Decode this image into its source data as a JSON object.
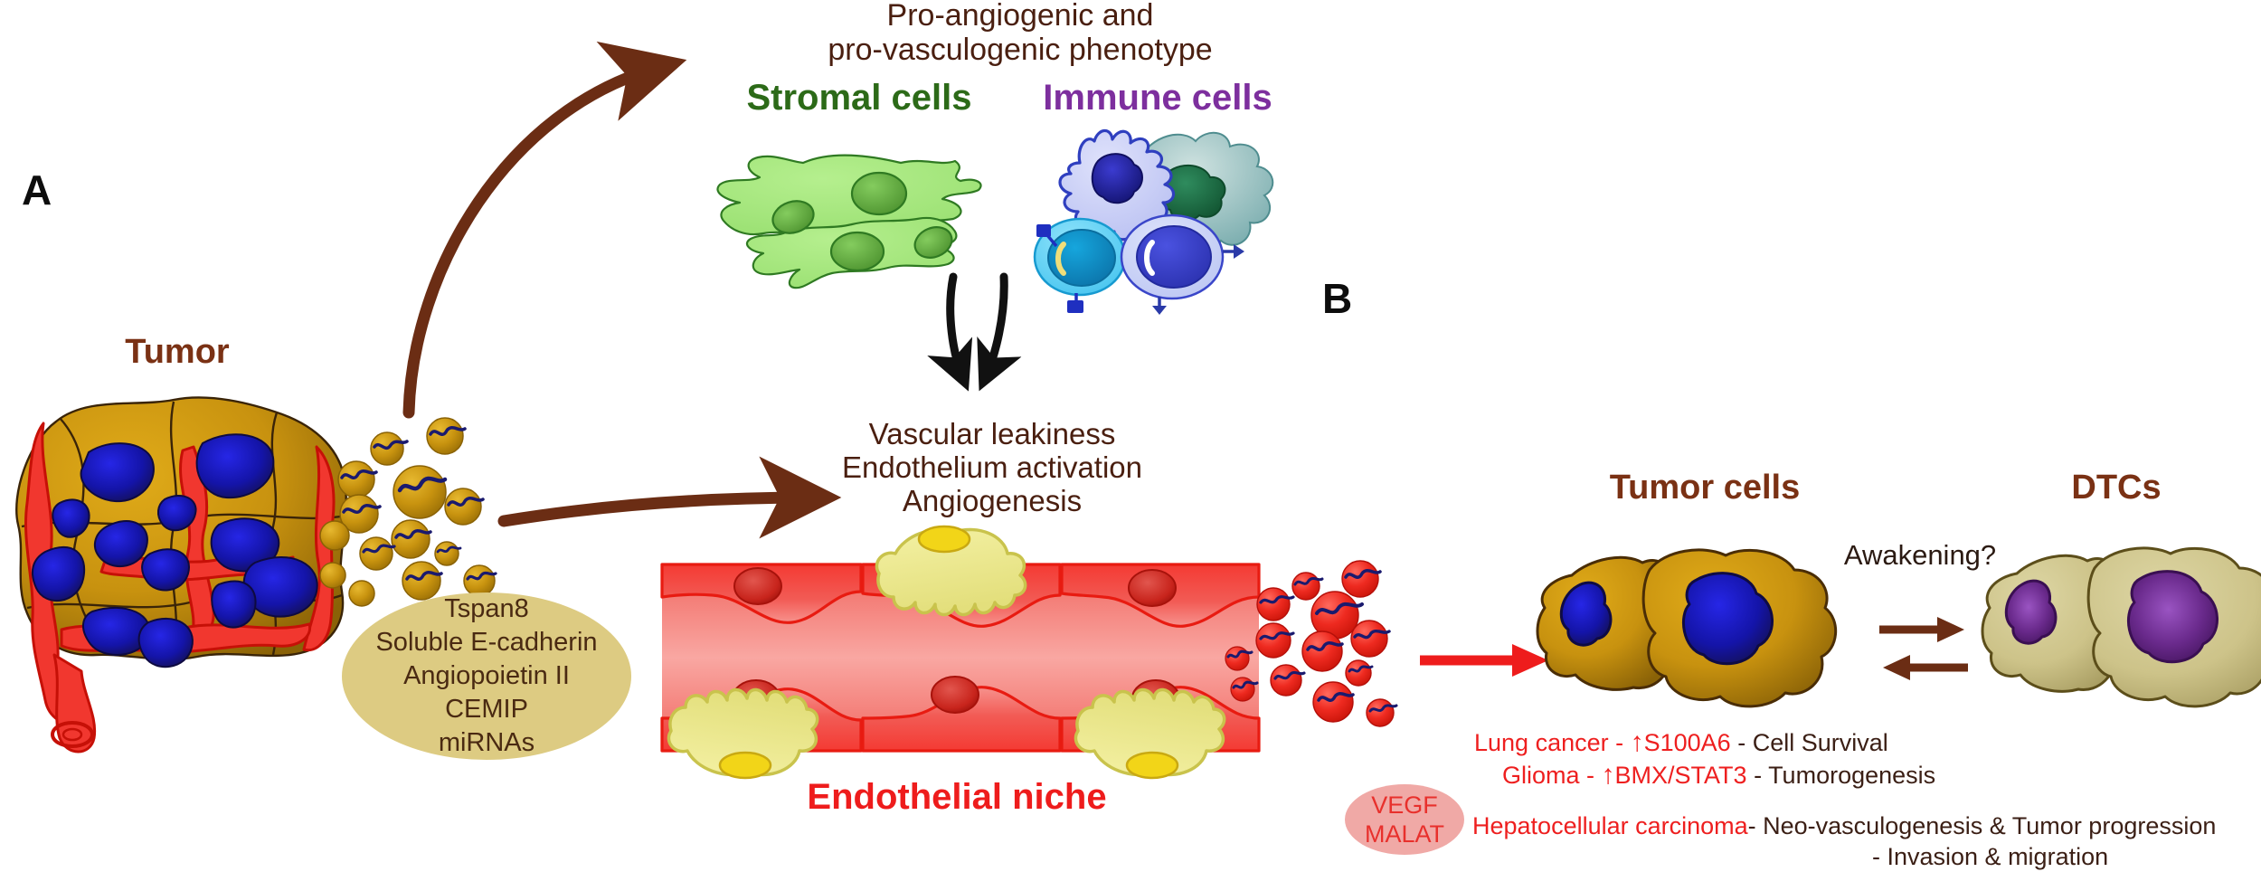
{
  "figure": {
    "panels": [
      {
        "id": "A",
        "label": "A"
      },
      {
        "id": "B",
        "label": "B"
      }
    ]
  },
  "panelA": {
    "headline_line1": "Pro-angiogenic and",
    "headline_line2": "pro-vasculogenic phenotype",
    "stromal_label": "Stromal cells",
    "immune_label": "Immune cells",
    "tumor_label": "Tumor",
    "outcomes": {
      "line1": "Vascular leakiness",
      "line2": "Endothelium activation",
      "line3": "Angiogenesis"
    },
    "cargo_ellipse": {
      "items": [
        "Tspan8",
        "Soluble E-cadherin",
        "Angiopoietin II",
        "CEMIP",
        "miRNAs"
      ]
    },
    "endothelial_niche_label": "Endothelial niche"
  },
  "panelB": {
    "tumor_cells_label": "Tumor cells",
    "dtcs_label": "DTCs",
    "awakening_label": "Awakening?",
    "vegf_ellipse": {
      "line1": "VEGF",
      "line2": "MALAT"
    },
    "findings": [
      {
        "cancer": "Lung cancer - ",
        "arrow": "↑",
        "gene": "S100A6",
        "effect": " - Cell Survival"
      },
      {
        "cancer": "Glioma - ",
        "arrow": "↑",
        "gene": "BMX/STAT3",
        "effect": " - Tumorogenesis"
      }
    ],
    "hcc": {
      "cancer": "Hepatocellular carcinoma",
      "effect_line1": "- Neo-vasculogenesis & Tumor progression",
      "effect_line2": "- Invasion & migration"
    }
  },
  "colors": {
    "brown_text": "#4a1f10",
    "brown_arrow": "#6b2d14",
    "stromal_green": "#2c6a18",
    "immune_purple": "#7d2f9e",
    "red": "#ee1c1c",
    "tumor_gold": "#c8920f",
    "nucleus_blue": "#1a1ab4",
    "dtc_khaki": "#cdc389",
    "dtc_nucleus_purple": "#5d1f72",
    "pericyte_yellow": "#eeea86",
    "cargo_ellipse_fill": "#ddcb82",
    "vegf_ellipse_fill": "#f0a9a6"
  },
  "icons": {
    "tumor_mass": "tumor-mass-icon",
    "exosome": "exosome-icon",
    "stromal_cells": "stromal-cells-icon",
    "immune_cells": "immune-cells-icon",
    "vessel": "blood-vessel-icon",
    "curved_arrow": "curved-arrow-icon",
    "double_down_arrow": "double-down-arrow-icon",
    "straight_red_arrow": "red-arrow-icon",
    "bidirectional_arrow": "bidirectional-arrow-icon",
    "up_arrow": "up-arrow-icon"
  }
}
